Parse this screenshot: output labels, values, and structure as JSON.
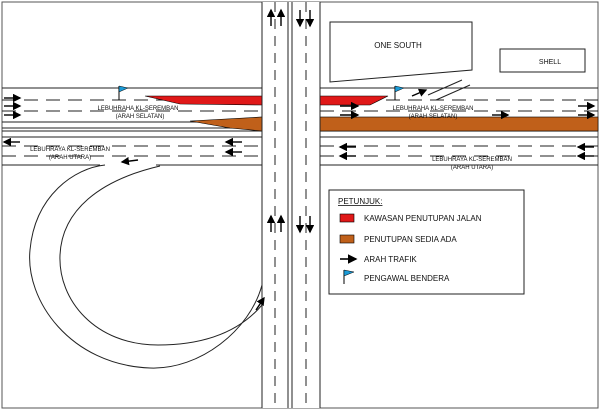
{
  "roads": {
    "southbound_top": "LEBUHRAHA KL-SEREMBAN",
    "southbound_top_sub": "(ARAH SELATAN)",
    "southbound_right": "LEBUHRAHA KL-SEREMBAN",
    "southbound_right_sub": "(ARAH SELATAN)",
    "northbound_left": "LEBUHRAYA KL-SEREMBAN",
    "northbound_left_sub": "(ARAH UTARA)",
    "northbound_right": "LEBUHRAYA KL-SEREMBAN",
    "northbound_right_sub": "(ARAH UTARA)"
  },
  "buildings": {
    "one_south": "ONE SOUTH",
    "shell": "SHELL"
  },
  "legend": {
    "title": "PETUNJUK:",
    "items": [
      {
        "label": "KAWASAN PENUTUPAN JALAN",
        "color": "#e01818",
        "icon": "closure-swatch"
      },
      {
        "label": "PENUTUPAN SEDIA ADA",
        "color": "#c0601a",
        "icon": "existing-closure-swatch"
      },
      {
        "label": "ARAH TRAFIK",
        "color": "#000000",
        "icon": "arrow-icon"
      },
      {
        "label": "PENGAWAL BENDERA",
        "color": "#1a9ad6",
        "icon": "flag-icon"
      }
    ]
  },
  "colors": {
    "closure": "#e01818",
    "existing_closure": "#c0601a",
    "flag": "#1a9ad6"
  }
}
